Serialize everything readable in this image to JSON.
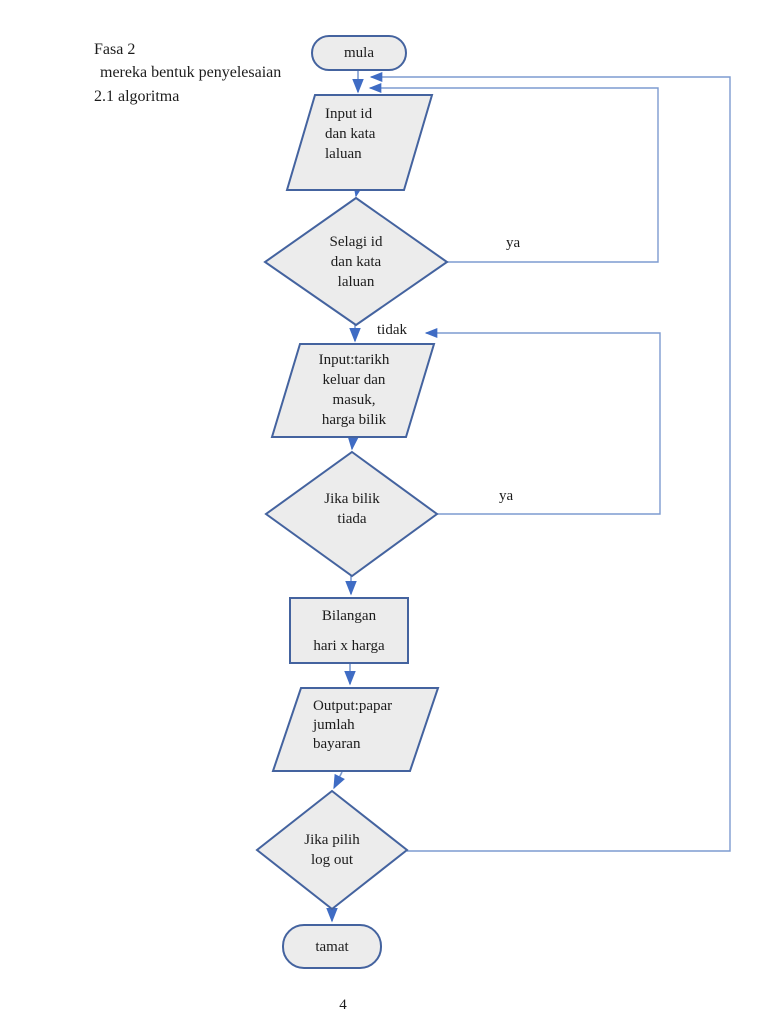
{
  "page": {
    "number": "4"
  },
  "heading": {
    "line1": "Fasa 2",
    "line2": "mereka bentuk penyelesaian",
    "line3": "2.1 algoritma"
  },
  "flowchart": {
    "nodes": {
      "start": {
        "type": "terminator",
        "label": "mula"
      },
      "input_login": {
        "type": "io",
        "label": "Input id\ndan kata\nlaluan"
      },
      "decision_login": {
        "type": "decision",
        "label": "Selagi id\ndan kata\nlaluan"
      },
      "input_dates": {
        "type": "io",
        "label": "Input:tarikh\nkeluar dan\nmasuk,\nharga bilik"
      },
      "decision_room": {
        "type": "decision",
        "label": "Jika bilik\ntiada"
      },
      "process_calc": {
        "type": "process",
        "label": "Bilangan\nhari x harga"
      },
      "output_total": {
        "type": "io",
        "label": "Output:papar\njumlah\nbayaran"
      },
      "decision_logout": {
        "type": "decision",
        "label": "Jika pilih\nlog out"
      },
      "end": {
        "type": "terminator",
        "label": "tamat"
      }
    },
    "edge_labels": {
      "ya_login": "ya",
      "tidak_login": "tidak",
      "ya_room": "ya"
    }
  },
  "colors": {
    "page_background": "#ffffff",
    "shape_fill": "#ececec",
    "shape_border": "#44639f",
    "connector_line": "#7d9bd0",
    "arrowhead": "#3f6cc4",
    "text": "#1c1c1c"
  }
}
